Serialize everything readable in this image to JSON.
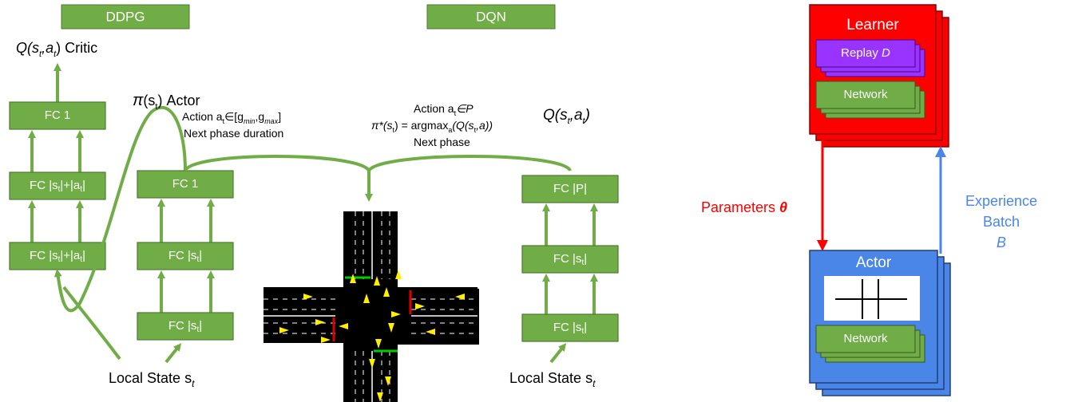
{
  "ddpg": {
    "title": "DDPG",
    "critic_label": "Q(s",
    "critic_a": "a",
    "critic_tail": ") Critic",
    "critic_fc1": "FC 1",
    "critic_fc2": "FC |s",
    "critic_fc2_mid": "|+|a",
    "critic_fc3": "FC |s",
    "critic_fc3_mid": "|+|a",
    "actor_pi": "π",
    "actor_label": "(s",
    "actor_tail": ") Actor",
    "actor_fc1": "FC 1",
    "actor_fc2": "FC |s",
    "actor_fc3": "FC |s",
    "action_line1": "Action a",
    "action_range": "∈[g",
    "action_min": "min",
    "action_max": "max",
    "action_line2": "Next phase duration",
    "local_state": "Local State s"
  },
  "dqn": {
    "title": "DQN",
    "q_label": "Q(s",
    "q_a": "a",
    "action_line1": "Action a",
    "action_set": "∈P",
    "policy_line": "π*(s",
    "policy_mid": ") = argmax",
    "policy_q": "(Q(s",
    "policy_tail": "a))",
    "action_line3": "Next phase",
    "fc1": "FC |P|",
    "fc2": "FC |s",
    "fc3": "FC |s",
    "local_state": "Local State s"
  },
  "subscripts": {
    "t": "t",
    "a": "a"
  },
  "distributed": {
    "learner": "Learner",
    "replay": "Replay ",
    "replay_d": "D",
    "network": "Network",
    "parameters": "Parameters ",
    "theta": "θ",
    "experience_line1": "Experience",
    "experience_line2": "Batch",
    "experience_b": "B",
    "actor": "Actor",
    "network2": "Network"
  },
  "colors": {
    "green": "#70ad47",
    "red": "#ff0000",
    "blue": "#4a86e8",
    "purple": "#9933ff"
  }
}
